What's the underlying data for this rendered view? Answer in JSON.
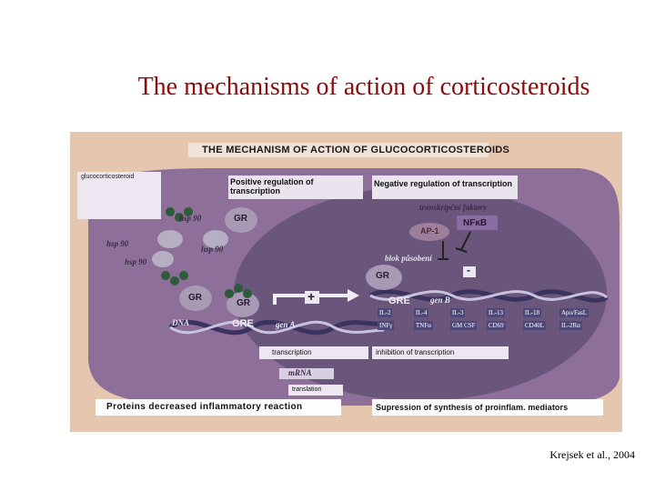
{
  "slide": {
    "title": "The mechanisms of action of corticosteroids",
    "citation": "Krejsek et al., 2004"
  },
  "figure": {
    "header": "THE MECHANISM OF ACTION OF GLUCOCORTICOSTEROIDS",
    "glucocorticosteroid_label": "glucocorticosteroid",
    "positive_regulation": "Positive regulation of transcription",
    "negative_regulation": "Negative regulation of transcription",
    "transcription_factors": "transkripční faktory",
    "ap1": "AP-1",
    "nfkb": "NFκB",
    "blocked_binding": "blok působení",
    "minus_sign": "-",
    "plus_sign": "+",
    "gr": "GR",
    "gre": "GRE",
    "gene_a": "gen A",
    "gene_b": "gen B",
    "hsp90": "hsp 90",
    "dna": "DNA",
    "mrna": "mRNA",
    "transcription": "transcription",
    "translation": "translation",
    "inhibition": "inhibition of transcription",
    "proteins_line": "Proteins decreased inflammatory reaction",
    "suppression_line": "Supression of synthesis of proinflam. mediators",
    "cytokines_row1": [
      "IL-2",
      "IL-4",
      "IL-3",
      "IL-13",
      "IL-18",
      "Apo/FasL"
    ],
    "cytokines_row2": [
      "INFγ",
      "TNFα",
      "GM CSF",
      "CD69",
      "CD40L",
      "IL-2Rα"
    ]
  },
  "colors": {
    "title": "#8b0a0a",
    "cell": "#8d6f9a",
    "nucleus": "#6a557b",
    "background": "#e5c7b0"
  }
}
